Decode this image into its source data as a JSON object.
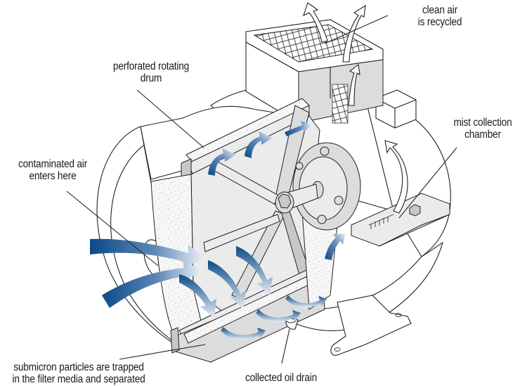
{
  "diagram": {
    "subject": "mist collector with perforated rotating drum (cutaway view)",
    "labels": {
      "clean_air": [
        "clean air",
        "is recycled"
      ],
      "drum": [
        "perforated rotating",
        "drum"
      ],
      "contaminated": [
        "contaminated air",
        "enters here"
      ],
      "mist_chamber": [
        "mist collection",
        "chamber"
      ],
      "particles": [
        "submicron particles are trapped",
        "in the filter media and separated"
      ],
      "oil_drain": [
        "collected oil drain"
      ]
    },
    "icons": {
      "flow_arrows": "blue-gradient-arrow",
      "exhaust_arrows": "outline-arrow"
    },
    "colors": {
      "arrow_dark": "#0b4a86",
      "arrow_light": "#e8eef6",
      "metal_grey": "#dcdcdc",
      "line": "#222222",
      "background": "#ffffff"
    }
  }
}
